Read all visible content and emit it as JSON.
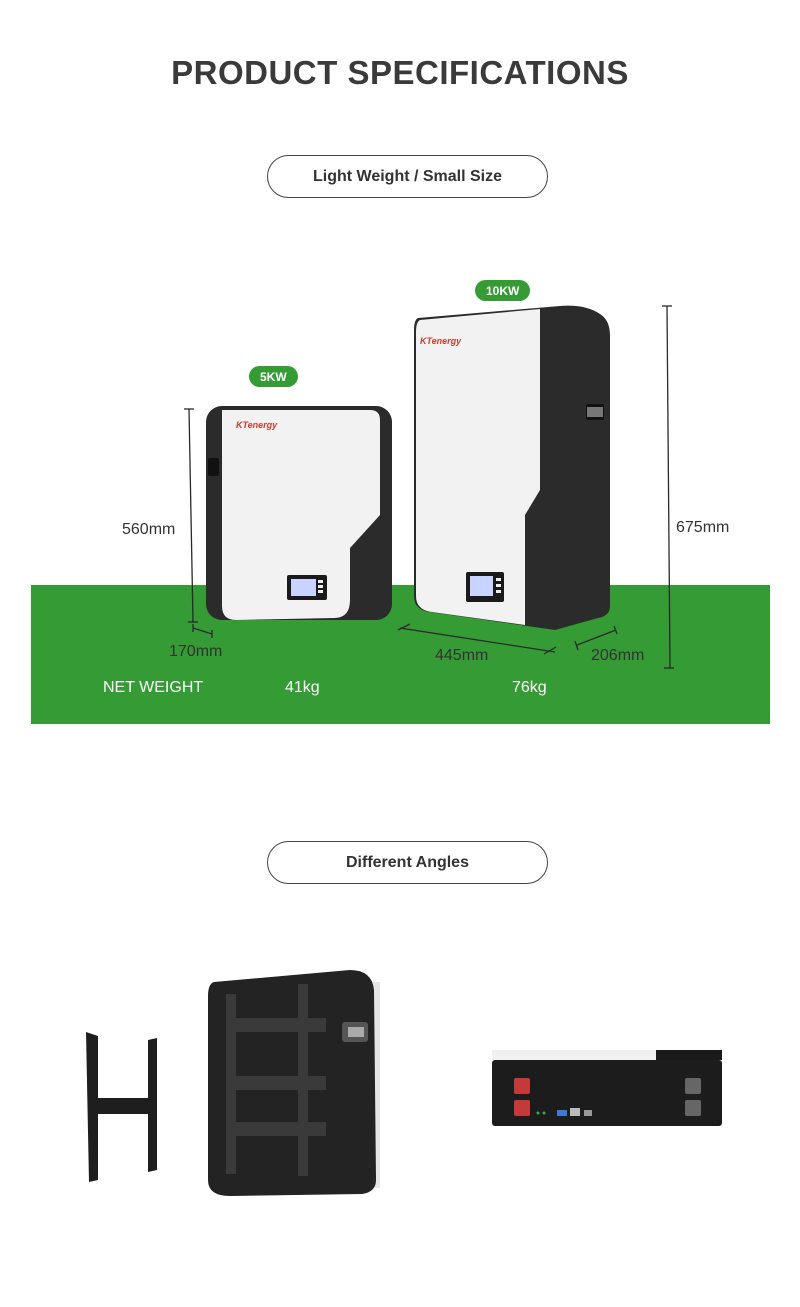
{
  "title": "PRODUCT SPECIFICATIONS",
  "section1": {
    "pill": "Light Weight / Small Size",
    "models": [
      {
        "badge": "5KW",
        "brand": "KTenergy",
        "height": "560mm",
        "depth": "170mm",
        "weight": "41kg"
      },
      {
        "badge": "10KW",
        "brand": "KTenergy",
        "height": "675mm",
        "width": "445mm",
        "depth": "206mm",
        "weight": "76kg"
      }
    ],
    "net_weight_label": "NET WEIGHT"
  },
  "section2": {
    "pill": "Different Angles"
  },
  "colors": {
    "accent_green": "#359b34",
    "brand_red": "#d23a2a",
    "panel_dark": "#2b2b2b",
    "panel_light": "#f2f2f2"
  }
}
